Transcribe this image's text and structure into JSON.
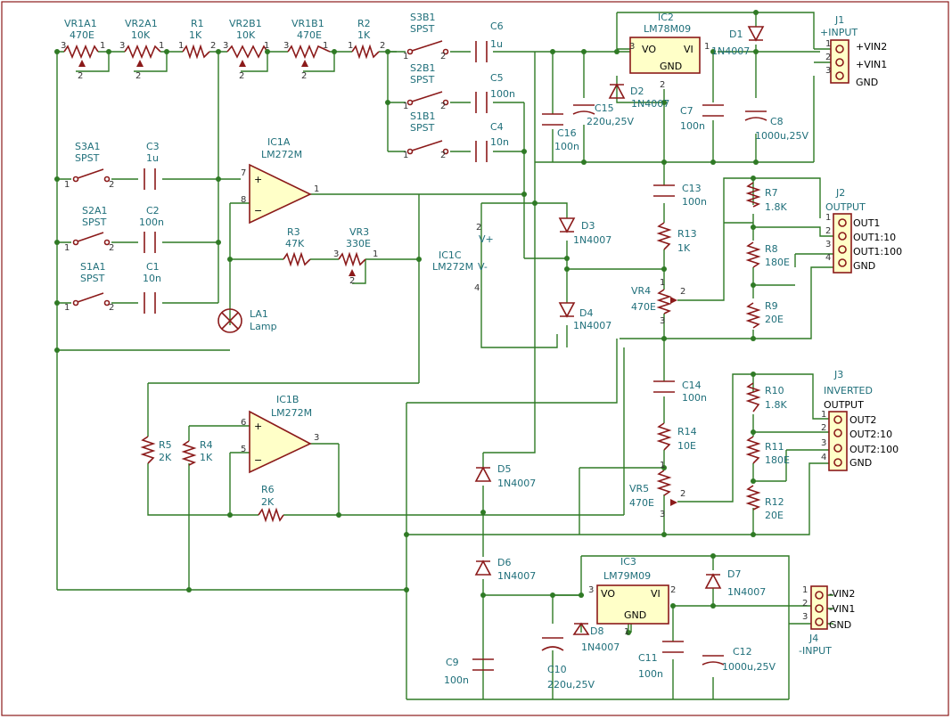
{
  "labels": [
    {
      "id": "VR1A1",
      "t": "VR1A1"
    },
    {
      "id": "v470e_1",
      "t": "470E"
    },
    {
      "id": "VR2A1",
      "t": "VR2A1"
    },
    {
      "id": "v10k_1",
      "t": "10K"
    },
    {
      "id": "R1",
      "t": "R1"
    },
    {
      "id": "v1k_1",
      "t": "1K"
    },
    {
      "id": "VR2B1",
      "t": "VR2B1"
    },
    {
      "id": "v10k_2",
      "t": "10K"
    },
    {
      "id": "VR1B1",
      "t": "VR1B1"
    },
    {
      "id": "v470e_2",
      "t": "470E"
    },
    {
      "id": "R2",
      "t": "R2"
    },
    {
      "id": "v1k_2",
      "t": "1K"
    },
    {
      "id": "S3B1",
      "t": "S3B1"
    },
    {
      "id": "spst_s3b",
      "t": "SPST"
    },
    {
      "id": "C6",
      "t": "C6"
    },
    {
      "id": "v1u_c6",
      "t": "1u"
    },
    {
      "id": "S2B1",
      "t": "S2B1"
    },
    {
      "id": "spst_s2b",
      "t": "SPST"
    },
    {
      "id": "C5",
      "t": "C5"
    },
    {
      "id": "v100n_c5",
      "t": "100n"
    },
    {
      "id": "S1B1",
      "t": "S1B1"
    },
    {
      "id": "spst_s1b",
      "t": "SPST"
    },
    {
      "id": "C4",
      "t": "C4"
    },
    {
      "id": "v10n_c4",
      "t": "10n"
    },
    {
      "id": "IC2",
      "t": "IC2"
    },
    {
      "id": "LM78M09",
      "t": "LM78M09"
    },
    {
      "id": "D1",
      "t": "D1"
    },
    {
      "id": "v1n4007_d1",
      "t": "1N4007"
    },
    {
      "id": "D2",
      "t": "D2"
    },
    {
      "id": "v1n4007_d2",
      "t": "1N4007"
    },
    {
      "id": "C15",
      "t": "C15"
    },
    {
      "id": "v220u_c15",
      "t": "220u,25V"
    },
    {
      "id": "C16",
      "t": "C16"
    },
    {
      "id": "v100n_c16",
      "t": "100n"
    },
    {
      "id": "C7",
      "t": "C7"
    },
    {
      "id": "v100n_c7",
      "t": "100n"
    },
    {
      "id": "C8",
      "t": "C8"
    },
    {
      "id": "v1000u_c8",
      "t": "1000u,25V"
    },
    {
      "id": "J1",
      "t": "J1"
    },
    {
      "id": "plusinput",
      "t": "+INPUT"
    },
    {
      "id": "VIN2p",
      "t": "+VIN2"
    },
    {
      "id": "VIN1p",
      "t": "+VIN1"
    },
    {
      "id": "GND1",
      "t": "GND"
    },
    {
      "id": "S3A1",
      "t": "S3A1"
    },
    {
      "id": "spst_s3a",
      "t": "SPST"
    },
    {
      "id": "C3",
      "t": "C3"
    },
    {
      "id": "v1u_c3",
      "t": "1u"
    },
    {
      "id": "IC1A",
      "t": "IC1A"
    },
    {
      "id": "LM272M_a",
      "t": "LM272M"
    },
    {
      "id": "S2A1",
      "t": "S2A1"
    },
    {
      "id": "spst_s2a",
      "t": "SPST"
    },
    {
      "id": "C2",
      "t": "C2"
    },
    {
      "id": "v100n_c2",
      "t": "100n"
    },
    {
      "id": "S1A1",
      "t": "S1A1"
    },
    {
      "id": "spst_s1a",
      "t": "SPST"
    },
    {
      "id": "C1",
      "t": "C1"
    },
    {
      "id": "v10n_c1",
      "t": "10n"
    },
    {
      "id": "R3",
      "t": "R3"
    },
    {
      "id": "v47k",
      "t": "47K"
    },
    {
      "id": "VR3",
      "t": "VR3"
    },
    {
      "id": "v330e",
      "t": "330E"
    },
    {
      "id": "IC1C",
      "t": "IC1C"
    },
    {
      "id": "LM272M_c",
      "t": "LM272M"
    },
    {
      "id": "Vplus",
      "t": "V+"
    },
    {
      "id": "Vminus",
      "t": "V-"
    },
    {
      "id": "D3",
      "t": "D3"
    },
    {
      "id": "v1n4007_d3",
      "t": "1N4007"
    },
    {
      "id": "D4",
      "t": "D4"
    },
    {
      "id": "v1n4007_d4",
      "t": "1N4007"
    },
    {
      "id": "LA1",
      "t": "LA1"
    },
    {
      "id": "Lamp",
      "t": "Lamp"
    },
    {
      "id": "C13",
      "t": "C13"
    },
    {
      "id": "v100n_c13",
      "t": "100n"
    },
    {
      "id": "R13",
      "t": "R13"
    },
    {
      "id": "v1k_r13",
      "t": "1K"
    },
    {
      "id": "VR4",
      "t": "VR4"
    },
    {
      "id": "v470e_vr4",
      "t": "470E"
    },
    {
      "id": "R7",
      "t": "R7"
    },
    {
      "id": "v1_8k_r7",
      "t": "1.8K"
    },
    {
      "id": "R8",
      "t": "R8"
    },
    {
      "id": "v180e_r8",
      "t": "180E"
    },
    {
      "id": "R9",
      "t": "R9"
    },
    {
      "id": "v20e_r9",
      "t": "20E"
    },
    {
      "id": "J2",
      "t": "J2"
    },
    {
      "id": "output_j2",
      "t": "OUTPUT"
    },
    {
      "id": "OUT1",
      "t": "OUT1"
    },
    {
      "id": "OUT1_10",
      "t": "OUT1:10"
    },
    {
      "id": "OUT1_100",
      "t": "OUT1:100"
    },
    {
      "id": "GND2",
      "t": "GND"
    },
    {
      "id": "C14",
      "t": "C14"
    },
    {
      "id": "v100n_c14",
      "t": "100n"
    },
    {
      "id": "R14",
      "t": "R14"
    },
    {
      "id": "v10e_r14",
      "t": "10E"
    },
    {
      "id": "VR5",
      "t": "VR5"
    },
    {
      "id": "v470e_vr5",
      "t": "470E"
    },
    {
      "id": "R10",
      "t": "R10"
    },
    {
      "id": "v1_8k_r10",
      "t": "1.8K"
    },
    {
      "id": "R11",
      "t": "R11"
    },
    {
      "id": "v180e_r11",
      "t": "180E"
    },
    {
      "id": "R12",
      "t": "R12"
    },
    {
      "id": "v20e_r12",
      "t": "20E"
    },
    {
      "id": "J3",
      "t": "J3"
    },
    {
      "id": "inverted_j3",
      "t": "INVERTED"
    },
    {
      "id": "output_j3",
      "t": "OUTPUT"
    },
    {
      "id": "OUT2",
      "t": "OUT2"
    },
    {
      "id": "OUT2_10",
      "t": "OUT2:10"
    },
    {
      "id": "OUT2_100",
      "t": "OUT2:100"
    },
    {
      "id": "GND3",
      "t": "GND"
    },
    {
      "id": "IC1B",
      "t": "IC1B"
    },
    {
      "id": "LM272M_b",
      "t": "LM272M"
    },
    {
      "id": "R5",
      "t": "R5"
    },
    {
      "id": "v2k_r5",
      "t": "2K"
    },
    {
      "id": "R4",
      "t": "R4"
    },
    {
      "id": "v1k_r4",
      "t": "1K"
    },
    {
      "id": "R6",
      "t": "R6"
    },
    {
      "id": "v2k_r6",
      "t": "2K"
    },
    {
      "id": "D5",
      "t": "D5"
    },
    {
      "id": "v1n4007_d5",
      "t": "1N4007"
    },
    {
      "id": "D6",
      "t": "D6"
    },
    {
      "id": "v1n4007_d6",
      "t": "1N4007"
    },
    {
      "id": "IC3",
      "t": "IC3"
    },
    {
      "id": "LM79M09",
      "t": "LM79M09"
    },
    {
      "id": "D7",
      "t": "D7"
    },
    {
      "id": "v1n4007_d7",
      "t": "1N4007"
    },
    {
      "id": "D8",
      "t": "D8"
    },
    {
      "id": "v1n4007_d8",
      "t": "1N4007"
    },
    {
      "id": "C9",
      "t": "C9"
    },
    {
      "id": "v100n_c9",
      "t": "100n"
    },
    {
      "id": "C10",
      "t": "C10"
    },
    {
      "id": "v220u_c10",
      "t": "220u,25V"
    },
    {
      "id": "C11",
      "t": "C11"
    },
    {
      "id": "v100n_c11",
      "t": "100n"
    },
    {
      "id": "C12",
      "t": "C12"
    },
    {
      "id": "v1000u_c12",
      "t": "1000u,25V"
    },
    {
      "id": "J4",
      "t": "J4"
    },
    {
      "id": "minusinput",
      "t": "-INPUT"
    },
    {
      "id": "VIN2m",
      "t": "-VIN2"
    },
    {
      "id": "VIN1m",
      "t": "-VIN1"
    },
    {
      "id": "GND4",
      "t": "GND"
    },
    {
      "id": "VO_ic2",
      "t": "VO"
    },
    {
      "id": "VI_ic2",
      "t": "VI"
    },
    {
      "id": "GND_ic2",
      "t": "GND"
    },
    {
      "id": "VO_ic3",
      "t": "VO"
    },
    {
      "id": "VI_ic3",
      "t": "VI"
    },
    {
      "id": "GND_ic3",
      "t": "GND"
    }
  ],
  "pins": [
    "1",
    "2",
    "3",
    "4",
    "5",
    "6",
    "7",
    "8"
  ]
}
